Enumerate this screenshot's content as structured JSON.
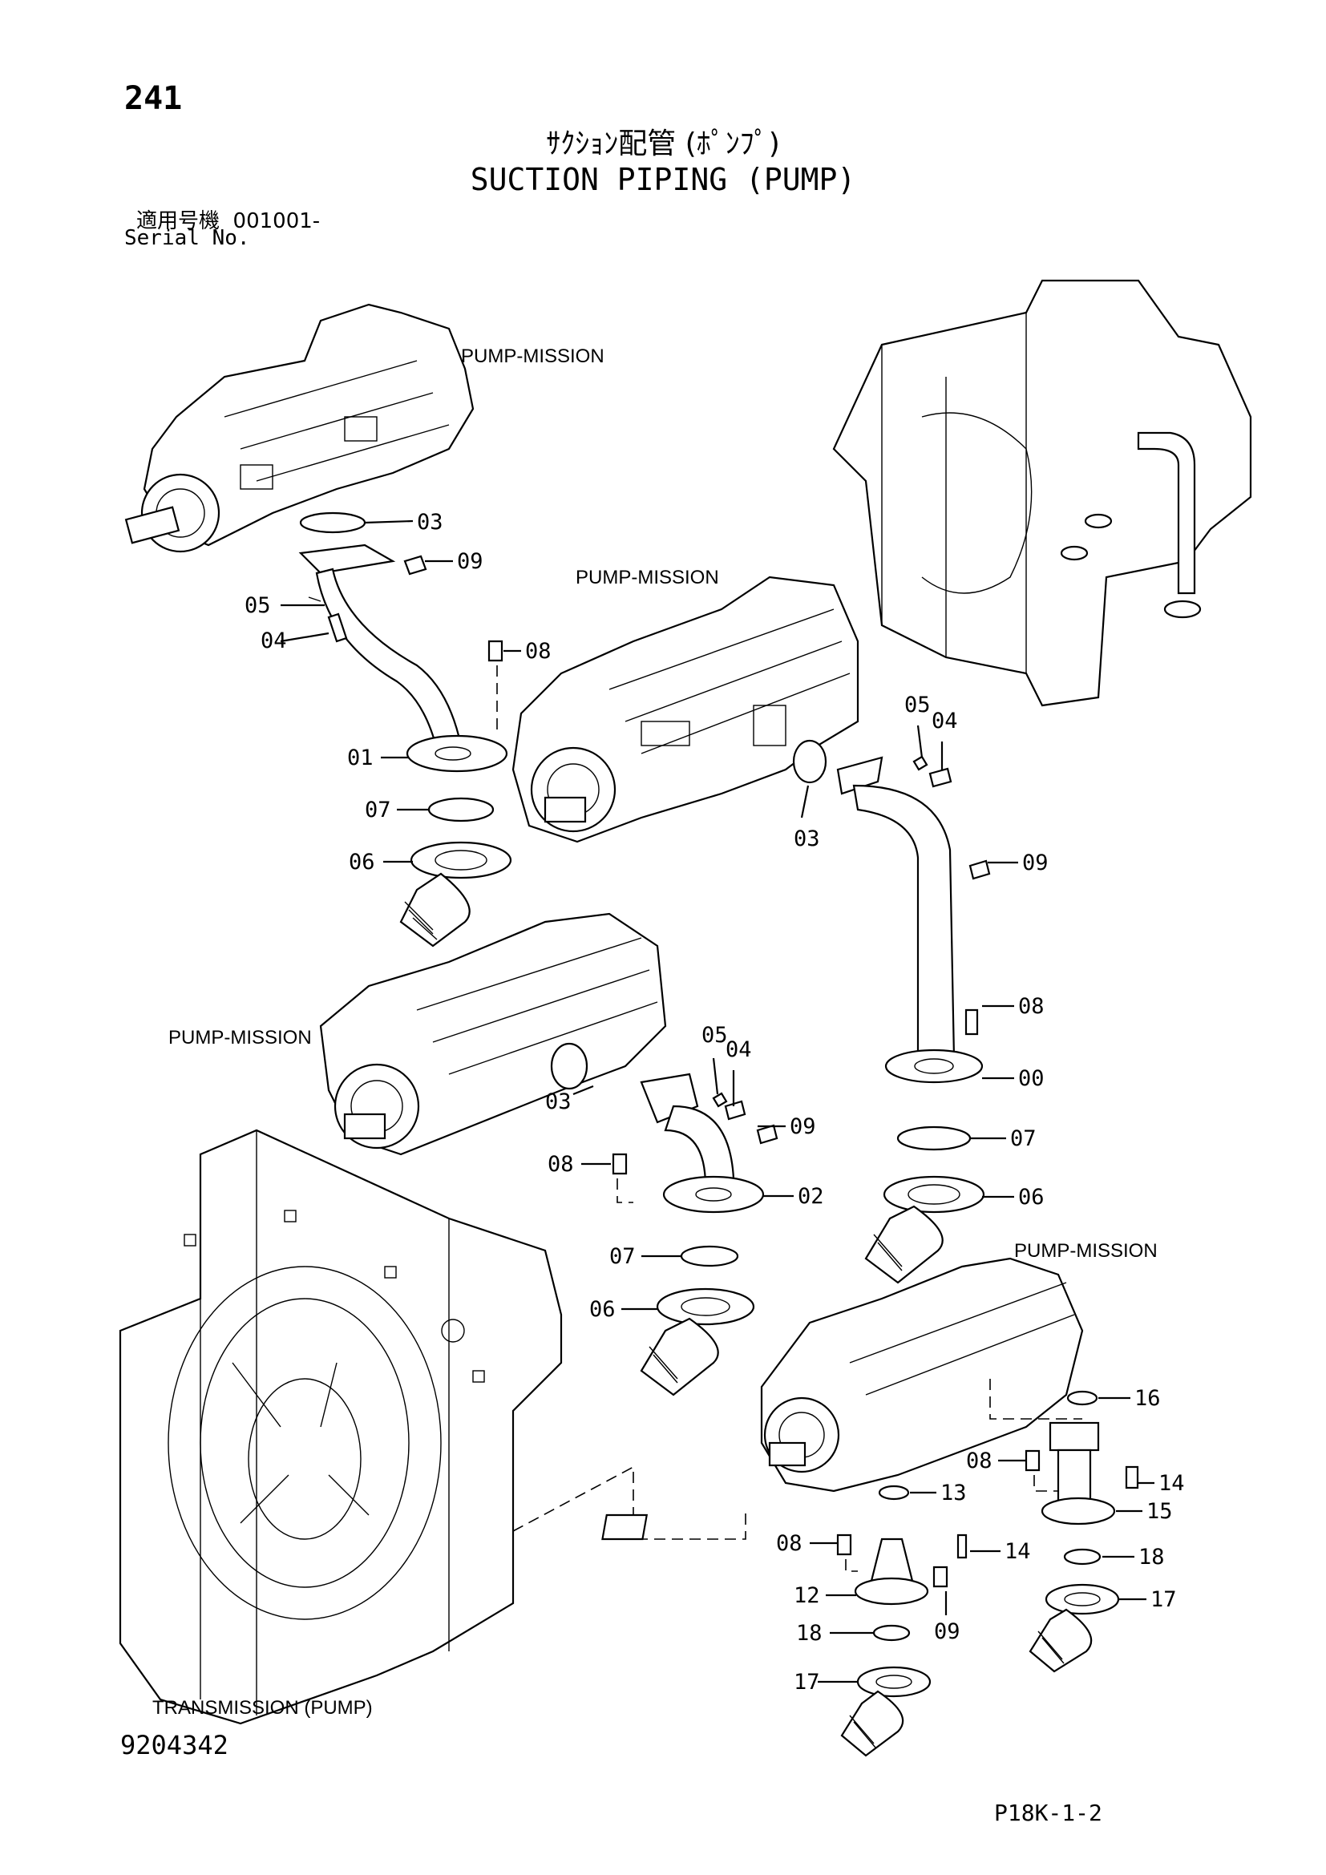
{
  "header": {
    "page_number": "241",
    "title_jp": "ｻｸｼｮﾝ配管 (ﾎﾟﾝﾌﾟ)",
    "title_en": "SUCTION PIPING (PUMP)",
    "serial_label_jp": "適用号機",
    "serial_value": "001001-",
    "serial_label_en": "Serial No."
  },
  "footer": {
    "figure_number": "9204342",
    "sheet_code": "P18K-1-2"
  },
  "components": {
    "pump_mission_1": "PUMP-MISSION",
    "pump_mission_2": "PUMP-MISSION",
    "pump_mission_3": "PUMP-MISSION",
    "pump_mission_4": "PUMP-MISSION",
    "transmission": "TRANSMISSION (PUMP)"
  },
  "callouts": {
    "c1_03": "03",
    "c1_09": "09",
    "c1_05": "05",
    "c1_04": "04",
    "c1_08": "08",
    "c1_01": "01",
    "c1_07": "07",
    "c1_06": "06",
    "c2_05": "05",
    "c2_04": "04",
    "c2_03": "03",
    "c2_09": "09",
    "c2_08": "08",
    "c2_00": "00",
    "c2_07": "07",
    "c2_06": "06",
    "c3_05": "05",
    "c3_04": "04",
    "c3_03": "03",
    "c3_09": "09",
    "c3_08": "08",
    "c3_02": "02",
    "c3_07": "07",
    "c3_06": "06",
    "c4_16": "16",
    "c4_08a": "08",
    "c4_14a": "14",
    "c4_15": "15",
    "c4_13": "13",
    "c4_08b": "08",
    "c4_14b": "14",
    "c4_18a": "18",
    "c4_12": "12",
    "c4_09": "09",
    "c4_17a": "17",
    "c4_18b": "18",
    "c4_17b": "17"
  }
}
